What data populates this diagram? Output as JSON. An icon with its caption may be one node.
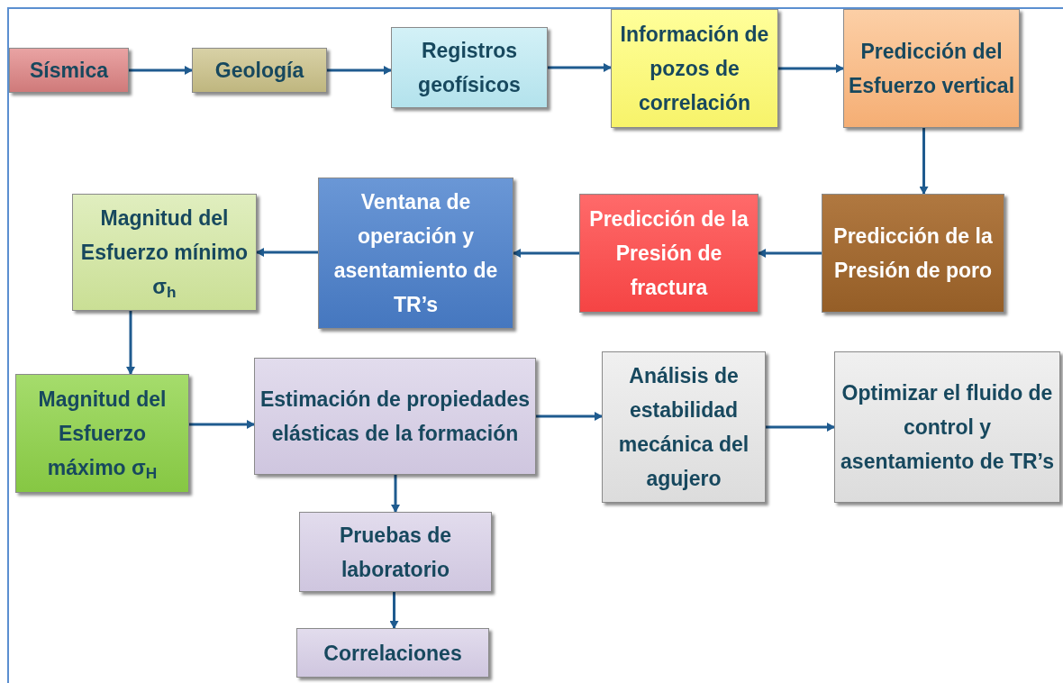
{
  "diagram": {
    "nodes": [
      {
        "text": [
          "Sísmica"
        ]
      },
      {
        "text": [
          "Geología"
        ]
      },
      {
        "text": [
          "Registros geofísicos"
        ]
      },
      {
        "text": [
          "Información de pozos de correlación"
        ]
      },
      {
        "text": [
          "Predicción del Esfuerzo vertical"
        ]
      },
      {
        "text": [
          "Predicción de la Presión de poro"
        ]
      },
      {
        "text": [
          "Predicción de la Presión de fractura"
        ]
      },
      {
        "text": [
          "Ventana de operación y asentamiento de TR’s"
        ]
      },
      {
        "text": [
          "Magnitud del Esfuerzo mínimo σ$_{h}$"
        ]
      },
      {
        "text": [
          "Magnitud del Esfuerzo máximo σ$_{H}$"
        ]
      },
      {
        "text": [
          "Estimación de propiedades elásticas de la formación"
        ]
      },
      {
        "text": [
          "Análisis de estabilidad mecánica del agujero"
        ]
      },
      {
        "text": [
          "Optimizar el fluido de control y asentamiento de TR’s"
        ]
      },
      {
        "text": [
          "Pruebas de laboratorio"
        ]
      },
      {
        "text": [
          "Correlaciones"
        ]
      }
    ],
    "edges": [
      {
        "from": 0,
        "to": 1,
        "arrow": "to"
      },
      {
        "from": 1,
        "to": 2,
        "arrow": "to"
      },
      {
        "from": 2,
        "to": 3,
        "arrow": "to"
      },
      {
        "from": 3,
        "to": 4,
        "arrow": "to"
      },
      {
        "from": 4,
        "to": 5,
        "arrow": "to"
      },
      {
        "from": 5,
        "to": 6,
        "arrow": "to"
      },
      {
        "from": 6,
        "to": 7,
        "arrow": "to"
      },
      {
        "from": 7,
        "to": 8,
        "arrow": "to"
      },
      {
        "from": 8,
        "to": 9,
        "arrow": "to"
      },
      {
        "from": 9,
        "to": 10,
        "arrow": "to"
      },
      {
        "from": 10,
        "to": 11,
        "arrow": "to"
      },
      {
        "from": 11,
        "to": 12,
        "arrow": "to"
      },
      {
        "from": 10,
        "to": 13,
        "arrow": "to"
      },
      {
        "from": 13,
        "to": 14,
        "arrow": "to"
      }
    ]
  }
}
